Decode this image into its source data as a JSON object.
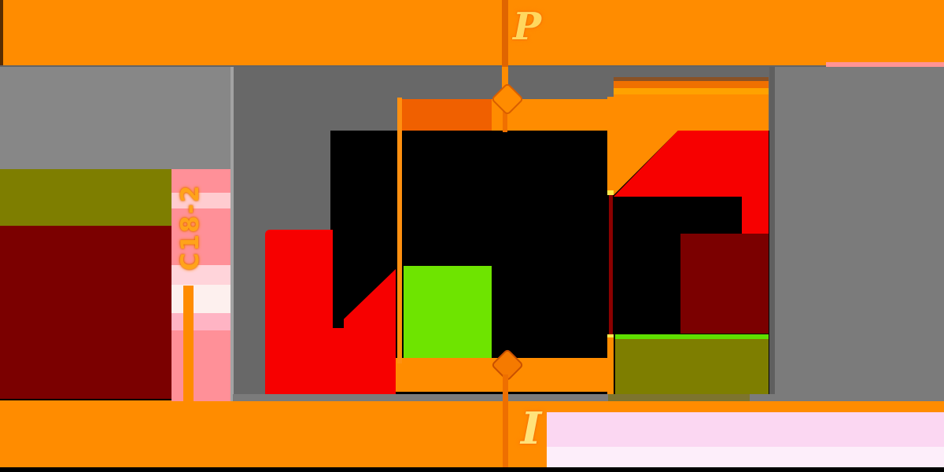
{
  "figure": {
    "labels": {
      "top_terminal": "P",
      "bottom_terminal": "I",
      "side_rotated": "C18-2"
    },
    "palette": {
      "band_orange": "#ff8c00",
      "dark_orange": "#f06000",
      "stem_orange": "#ee6f00",
      "gray_left_panel": "#878787",
      "gray_center_panel": "#686868",
      "gray_right_panel": "#7b7b7b",
      "olive": "#7e7e00",
      "maroon": "#7b0000",
      "red": "#f70000",
      "dark_red_line": "#8b0000",
      "green": "#6ee400",
      "green_line": "#5fe000",
      "pink_stripe": "#ff9098",
      "pale_pink": "#fbd7f2",
      "yellow_tip": "#ffe94a",
      "black": "#000000"
    }
  }
}
